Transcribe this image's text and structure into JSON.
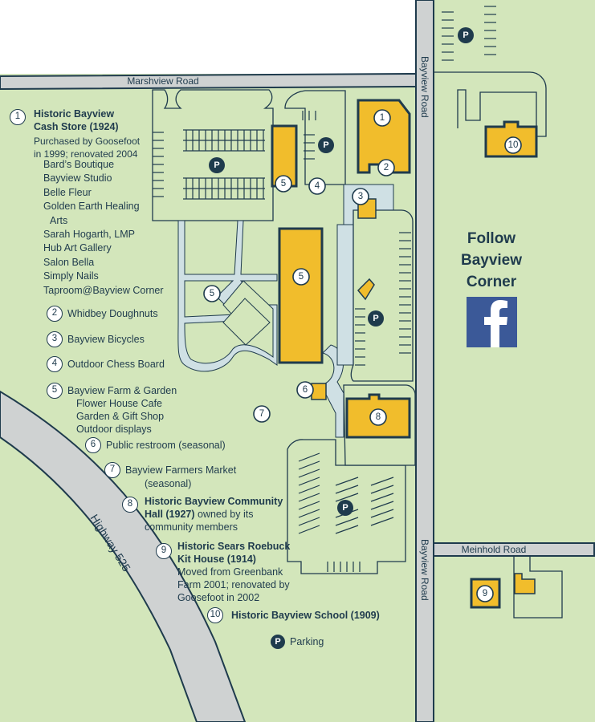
{
  "roads": {
    "marshview": "Marshview Road",
    "bayview_top": "Bayview Road",
    "bayview_bottom": "Bayview Road",
    "meinhold": "Meinhold Road",
    "highway": "Highway 525"
  },
  "map_markers": {
    "m1": "1",
    "m2": "2",
    "m3": "3",
    "m4": "4",
    "m5a": "5",
    "m5b": "5",
    "m5c": "5",
    "m6": "6",
    "m7": "7",
    "m8": "8",
    "m9": "9",
    "m10": "10",
    "parking": "P"
  },
  "social": {
    "line1": "Follow",
    "line2": "Bayview",
    "line3": "Corner",
    "icon": "facebook-icon",
    "icon_color": "#3b5998"
  },
  "colors": {
    "land": "#d3e6bb",
    "building": "#f1bd2c",
    "outline": "#1f3b4d",
    "road": "#cfd2d2",
    "paths": "#cfe0e4"
  },
  "legend": {
    "item1": {
      "num": "1",
      "title1": "Historic Bayview",
      "title2": "Cash Store (1924)",
      "desc1": "Purchased by Goosefoot",
      "desc2": "in 1999; renovated 2004",
      "tenants": [
        "Bard’s Boutique",
        "Bayview Studio",
        "Belle Fleur",
        "Golden Earth Healing",
        "Arts",
        "Sarah Hogarth, LMP",
        "Hub Art Gallery",
        "Salon Bella",
        "Simply Nails",
        "Taproom@Bayview Corner"
      ]
    },
    "item2": {
      "num": "2",
      "label": "Whidbey Doughnuts"
    },
    "item3": {
      "num": "3",
      "label": "Bayview Bicycles"
    },
    "item4": {
      "num": "4",
      "label": "Outdoor Chess Board"
    },
    "item5": {
      "num": "5",
      "label": "Bayview Farm & Garden",
      "sub1": "Flower House Cafe",
      "sub2": "Garden & Gift Shop",
      "sub3": "Outdoor displays"
    },
    "item6": {
      "num": "6",
      "label": "Public restroom (seasonal)"
    },
    "item7": {
      "num": "7",
      "label1": "Bayview Farmers Market",
      "label2": "(seasonal)"
    },
    "item8": {
      "num": "8",
      "title1": "Historic Bayview Community",
      "title2": "Hall (1927)",
      "title2_rest": " owned by its",
      "desc": "community members"
    },
    "item9": {
      "num": "9",
      "title1": "Historic Sears Roebuck",
      "title2": "Kit House (1914)",
      "desc1": "Moved from Greenbank",
      "desc2": "Farm 2001; renovated by",
      "desc3": "Goosefoot in 2002"
    },
    "item10": {
      "num": "10",
      "label": "Historic Bayview School (1909)"
    },
    "parking": {
      "sym": "P",
      "label": "Parking"
    }
  }
}
